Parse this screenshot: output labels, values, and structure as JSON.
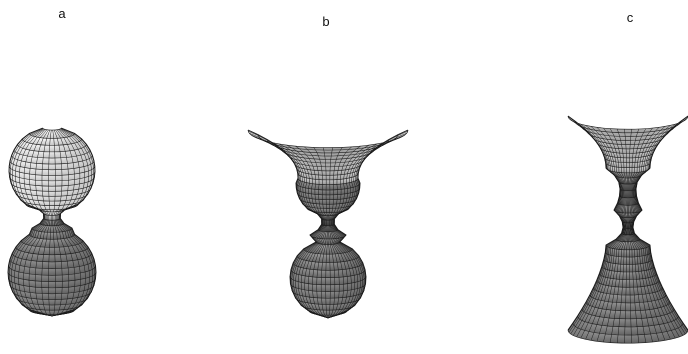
{
  "panels": [
    {
      "label": "a",
      "surface": "two-spheres-joined-by-neck"
    },
    {
      "label": "b",
      "surface": "flared-funnel-over-sphere"
    },
    {
      "label": "c",
      "surface": "flared-funnel-over-flared-base"
    }
  ],
  "colors": {
    "background": "#ffffff",
    "mesh_line": "#1a1a1a",
    "light_surface": "#dcdcdc",
    "dark_surface": "#7a7a7a"
  }
}
